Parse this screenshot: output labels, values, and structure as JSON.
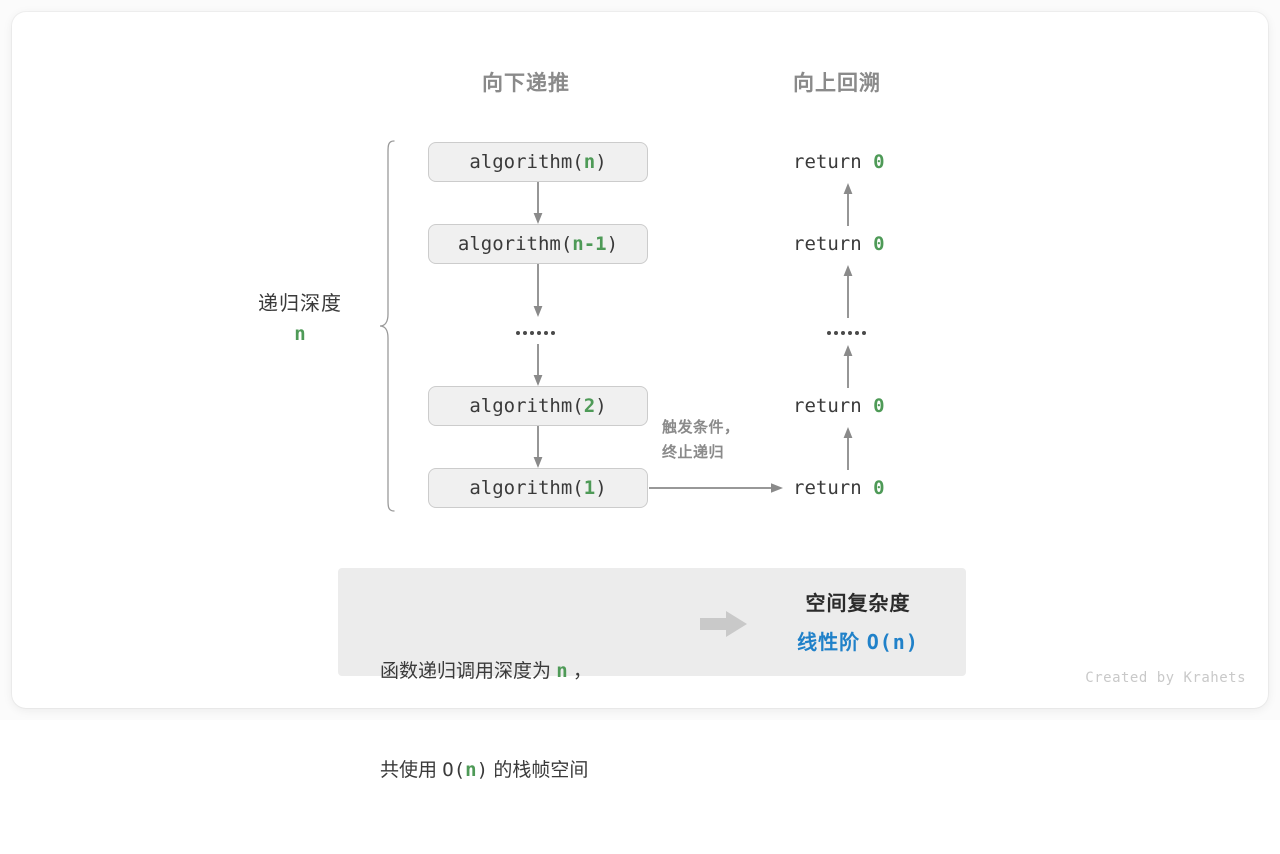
{
  "headings": {
    "down": "向下递推",
    "up": "向上回溯"
  },
  "depth": {
    "label": "递归深度",
    "value": "n"
  },
  "calls": [
    {
      "prefix": "algorithm(",
      "arg": "n",
      "suffix": ")"
    },
    {
      "prefix": "algorithm(",
      "arg": "n-1",
      "suffix": ")"
    },
    {
      "prefix": "algorithm(",
      "arg": "2",
      "suffix": ")"
    },
    {
      "prefix": "algorithm(",
      "arg": "1",
      "suffix": ")"
    }
  ],
  "returns": [
    {
      "keyword": "return ",
      "value": "0"
    },
    {
      "keyword": "return ",
      "value": "0"
    },
    {
      "keyword": "return ",
      "value": "0"
    },
    {
      "keyword": "return ",
      "value": "0"
    }
  ],
  "ellipsis": {
    "dots": 6
  },
  "trigger_note": {
    "line1": "触发条件，",
    "line2": "终止递归"
  },
  "summary": {
    "left_line1_a": "函数递归调用深度为 ",
    "left_line1_var": "n",
    "left_line1_b": " ，",
    "left_line2_a": "共使用 ",
    "left_line2_o": "O(",
    "left_line2_var": "n",
    "left_line2_close": ")",
    "left_line2_b": " 的栈帧空间",
    "right_title": "空间复杂度",
    "right_value_label": "线性阶 ",
    "right_value_expr": "O(n)"
  },
  "credit": "Created by Krahets",
  "colors": {
    "accent_green": "#4e9a57",
    "accent_blue": "#2081c9",
    "gray_heading": "#8a8a8a",
    "box_fill": "#f0f0f0",
    "box_border": "#cccccc",
    "panel_fill": "#ececec",
    "arrow": "#8a8a8a"
  }
}
